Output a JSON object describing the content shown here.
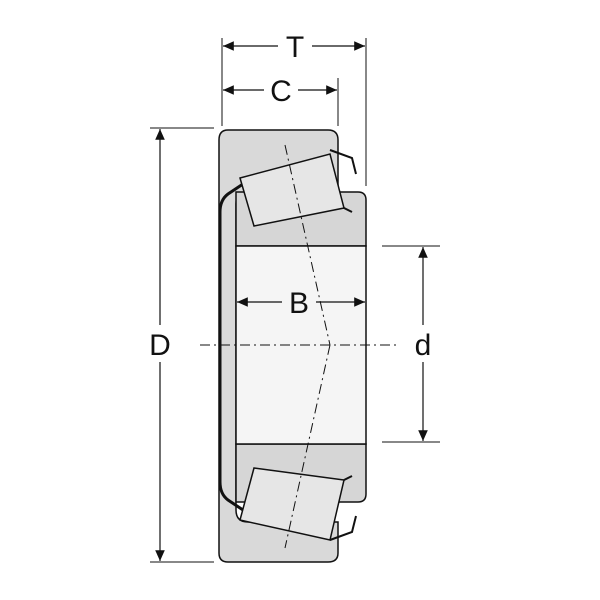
{
  "dimensions": {
    "T": "T",
    "C": "C",
    "B": "B",
    "D": "D",
    "d": "d"
  },
  "colors": {
    "line": "#111111",
    "fill_light": "#d9d9d9",
    "fill_mid": "#cfcfcf",
    "fill_bore": "#f5f5f5",
    "background": "#ffffff"
  }
}
